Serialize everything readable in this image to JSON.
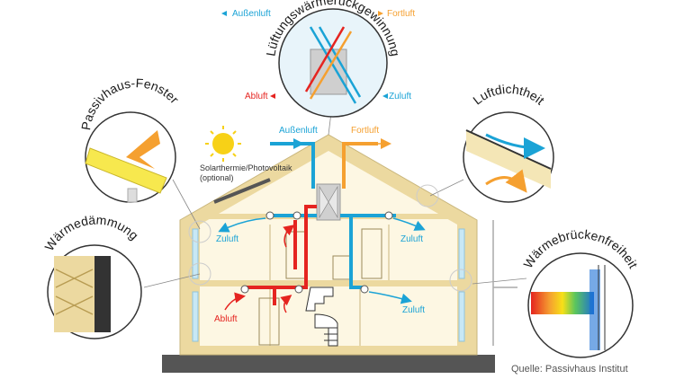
{
  "labels": {
    "outdoor_air": "Außenluft",
    "exhaust_air": "Fortluft",
    "extract_air": "Abluft",
    "supply_air": "Zuluft",
    "solar": "Solarthermie/Photovoltaik",
    "solar_note": "(optional)",
    "source": "Quelle: Passivhaus Institut"
  },
  "circles": {
    "heat_recovery": "Lüftungswärmerückgewinnung",
    "window": "Passivhaus-Fenster",
    "airtightness": "Luftdichtheit",
    "insulation": "Wärmedämmung",
    "thermal_bridge": "Wärmebrückenfreiheit"
  },
  "colors": {
    "outdoor_air": "#1ba3d6",
    "exhaust_air": "#f5a030",
    "extract_air": "#e52420",
    "supply_air": "#1ba3d6",
    "insulation": "#ecd9a0",
    "slab": "#555555",
    "sun": "#f7d117"
  }
}
